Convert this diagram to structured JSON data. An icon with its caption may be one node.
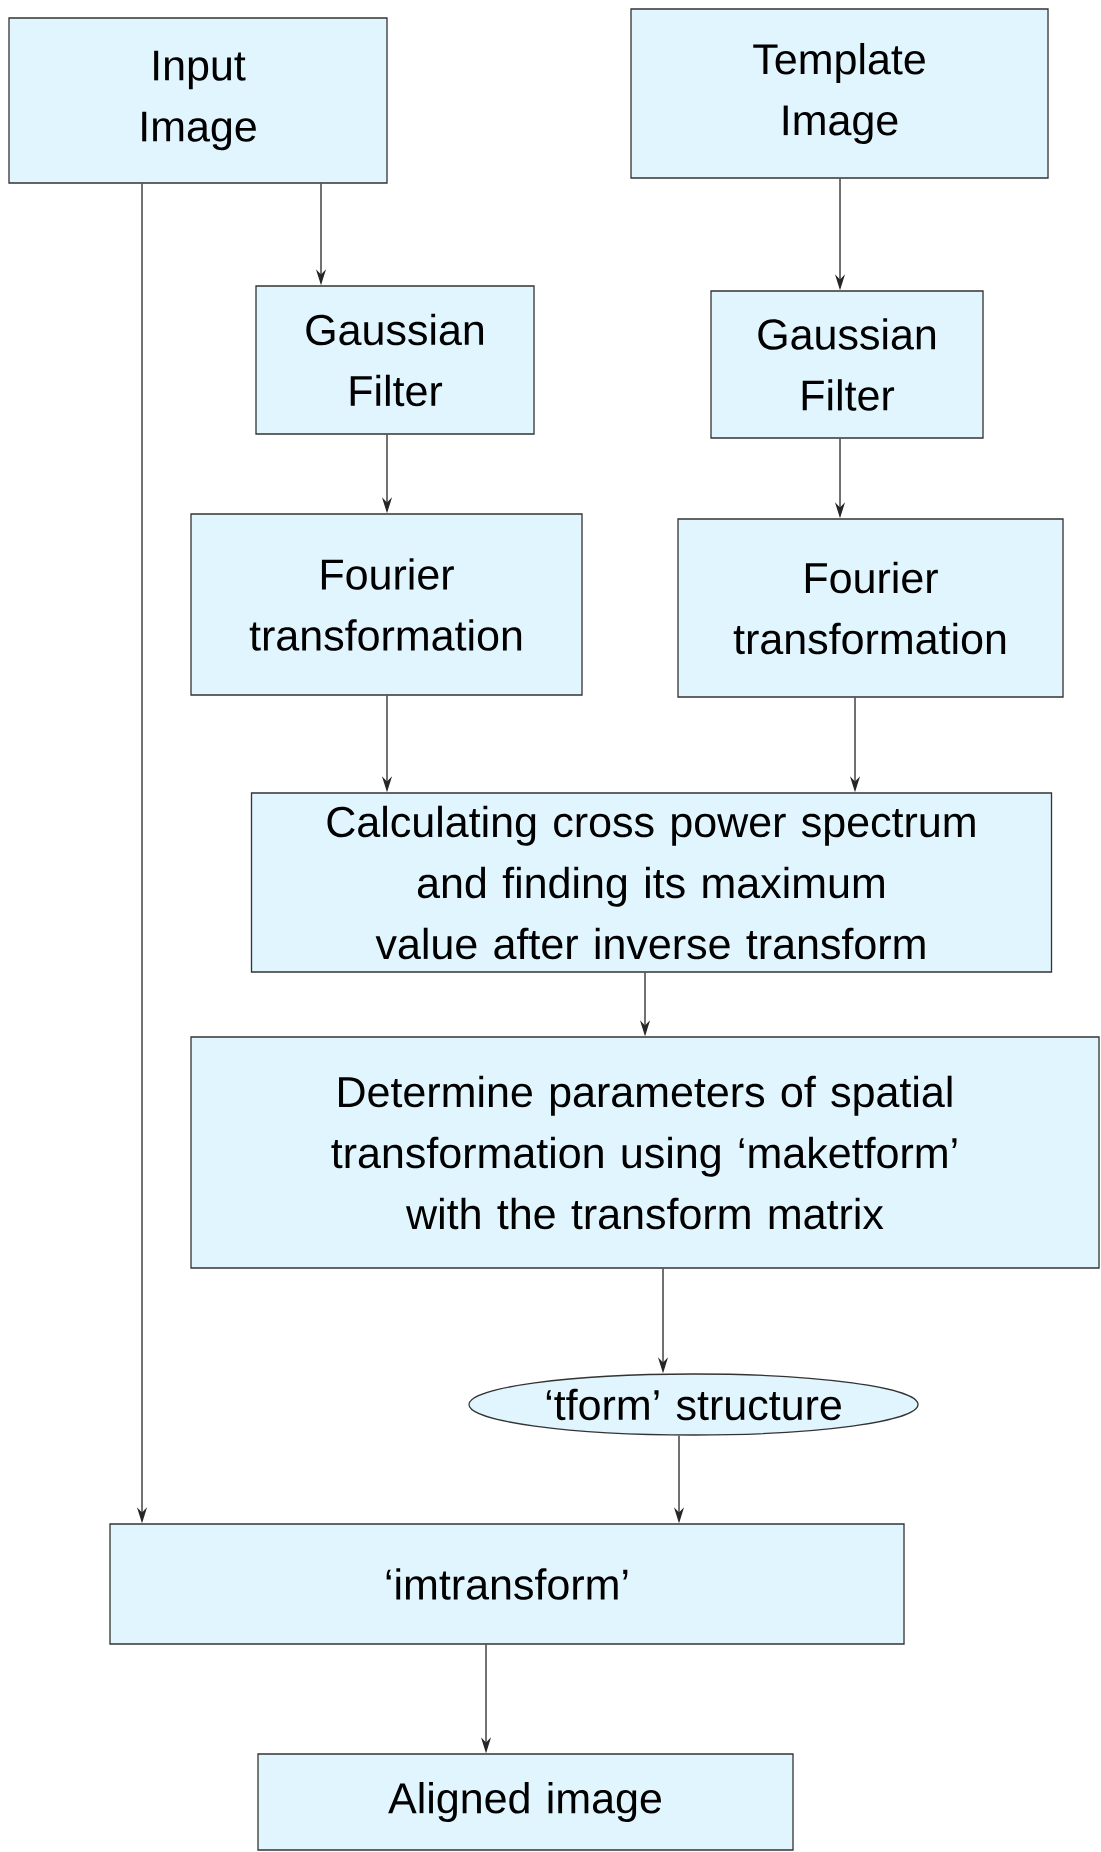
{
  "diagram": {
    "nodes": [
      {
        "text": [
          "Input Image"
        ]
      },
      {
        "text": [
          "Template Image"
        ]
      },
      {
        "text": [
          "Gaussian Filter"
        ]
      },
      {
        "text": [
          "Gaussian Filter"
        ]
      },
      {
        "text": [
          "Fourier transformation"
        ]
      },
      {
        "text": [
          "Fourier transformation"
        ]
      },
      {
        "text": [
          "Calculating cross power spectrum and finding its maximum value after inverse transform"
        ]
      },
      {
        "text": [
          "Determine parameters of spatial transformation using ‘maketform’ with the transform matrix"
        ]
      },
      {
        "text": [
          "‘tform’ structure"
        ]
      },
      {
        "text": [
          "‘imtransform’"
        ]
      },
      {
        "text": [
          "Aligned image"
        ]
      }
    ],
    "edges": [
      {
        "from": 0,
        "to": 2,
        "arrow": "to"
      },
      {
        "from": 1,
        "to": 3,
        "arrow": "to"
      },
      {
        "from": 2,
        "to": 4,
        "arrow": "to"
      },
      {
        "from": 3,
        "to": 5,
        "arrow": "to"
      },
      {
        "from": 4,
        "to": 6,
        "arrow": "to"
      },
      {
        "from": 5,
        "to": 6,
        "arrow": "to"
      },
      {
        "from": 6,
        "to": 7,
        "arrow": "to"
      },
      {
        "from": 7,
        "to": 8,
        "arrow": "to"
      },
      {
        "from": 8,
        "to": 9,
        "arrow": "to"
      },
      {
        "from": 0,
        "to": 9,
        "arrow": "to"
      },
      {
        "from": 9,
        "to": 10,
        "arrow": "to"
      }
    ]
  }
}
